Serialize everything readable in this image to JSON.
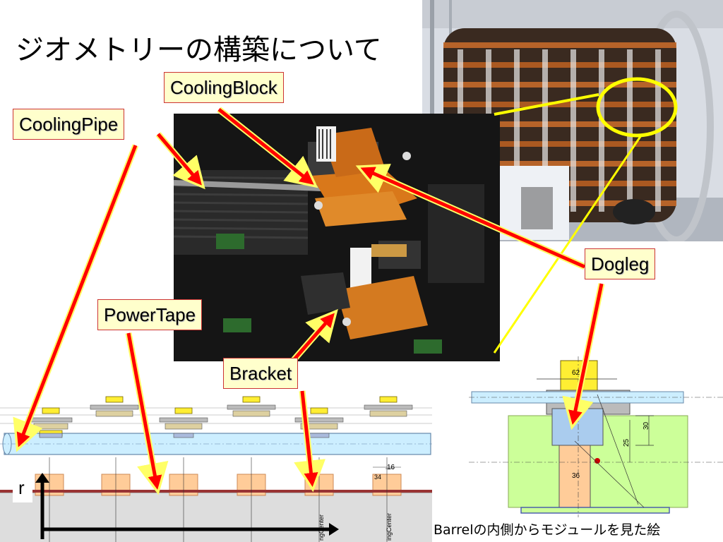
{
  "slide": {
    "title": "ジオメトリーの構築について",
    "caption": "Barrelの内側からモジュールを見た絵",
    "axis_r": "r"
  },
  "callouts": {
    "cooling_block": "CoolingBlock",
    "cooling_pipe": "CoolingPipe",
    "dogleg": "Dogleg",
    "power_tape": "PowerTape",
    "bracket": "Bracket"
  },
  "drawing": {
    "dim_62": "62",
    "dim_30": "30",
    "dim_25": "25",
    "dim_36": "36",
    "dim_16": "16",
    "dim_34": "34",
    "label_center_1": "ngCenter",
    "label_center_2": "ingCenter"
  },
  "colors": {
    "arrow_red": "#ff0000",
    "arrow_border": "#ffff66",
    "highlight_yellow": "#ffff00",
    "callout_bg": "#ffffcc",
    "pipe_blue": "#cceeff",
    "module_green": "#ccff99",
    "bracket_peach": "#ffcc99"
  }
}
